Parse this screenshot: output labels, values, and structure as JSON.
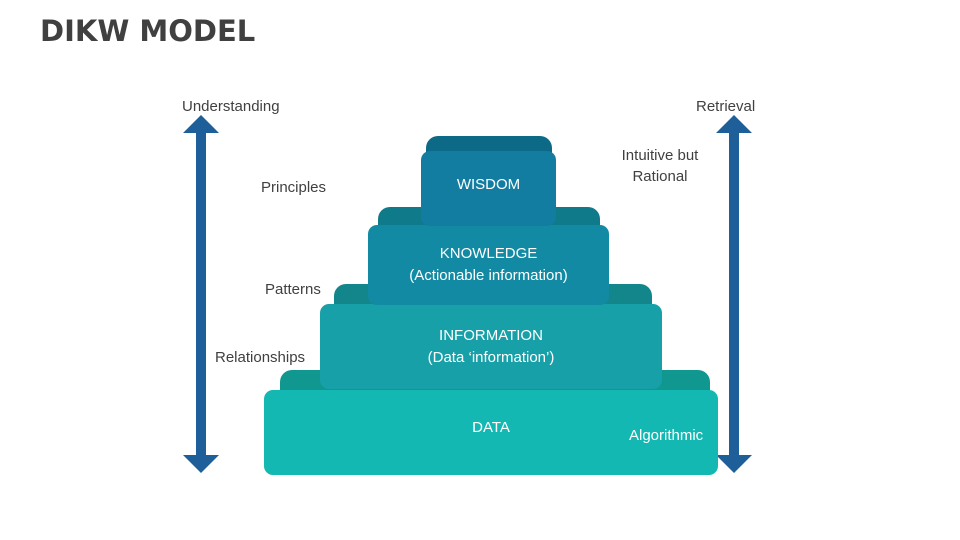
{
  "title": "DIKW MODEL",
  "left_axis": {
    "top_label": "Understanding",
    "labels": [
      "Principles",
      "Patterns",
      "Relationships"
    ]
  },
  "right_axis": {
    "top_label": "Retrieval",
    "label_line1": "Intuitive but",
    "label_line2": "Rational",
    "bottom_label": "Algorithmic"
  },
  "pyramid": {
    "wisdom": {
      "line1": "WISDOM"
    },
    "knowledge": {
      "line1": "KNOWLEDGE",
      "line2": "(Actionable information)"
    },
    "information": {
      "line1": "INFORMATION",
      "line2": "(Data ‘information’)"
    },
    "data": {
      "line1": "DATA"
    }
  },
  "colors": {
    "arrow": "#1f5f99",
    "wisdom": "#127da0",
    "wisdom_back": "#0d6a86",
    "knowledge": "#138aa3",
    "knowledge_back": "#0f7a8a",
    "information": "#17a0a8",
    "information_back": "#12868a",
    "data": "#14b8b2",
    "data_back": "#10978f"
  }
}
